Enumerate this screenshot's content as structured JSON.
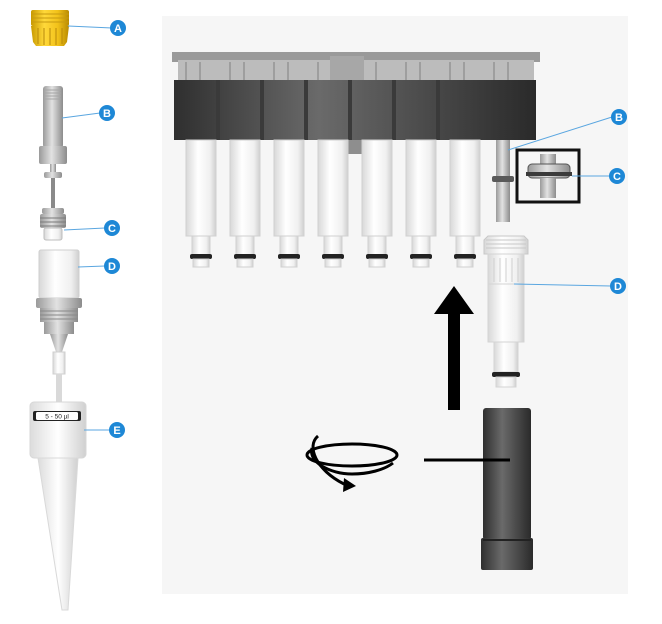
{
  "colors": {
    "callout_blue": "#1e88d6",
    "leader_blue": "#5aa6e0",
    "yellow_nut": "#f2c21a",
    "dark_body": "#4a4a4a",
    "light_panel": "#f6f6f6"
  },
  "left_parts": {
    "a": {
      "label": "A",
      "name": "yellow-nut"
    },
    "b": {
      "label": "B",
      "name": "piston"
    },
    "c": {
      "label": "C",
      "name": "seal"
    },
    "d": {
      "label": "D",
      "name": "cylinder"
    },
    "e": {
      "label": "E",
      "name": "tip-cone"
    },
    "volume_label": "5 - 50 µl"
  },
  "right_parts": {
    "b": {
      "label": "B"
    },
    "c": {
      "label": "C"
    },
    "d": {
      "label": "D"
    }
  },
  "icons": {
    "rotate": "rotate-icon",
    "arrow_up": "arrow-up-icon"
  }
}
